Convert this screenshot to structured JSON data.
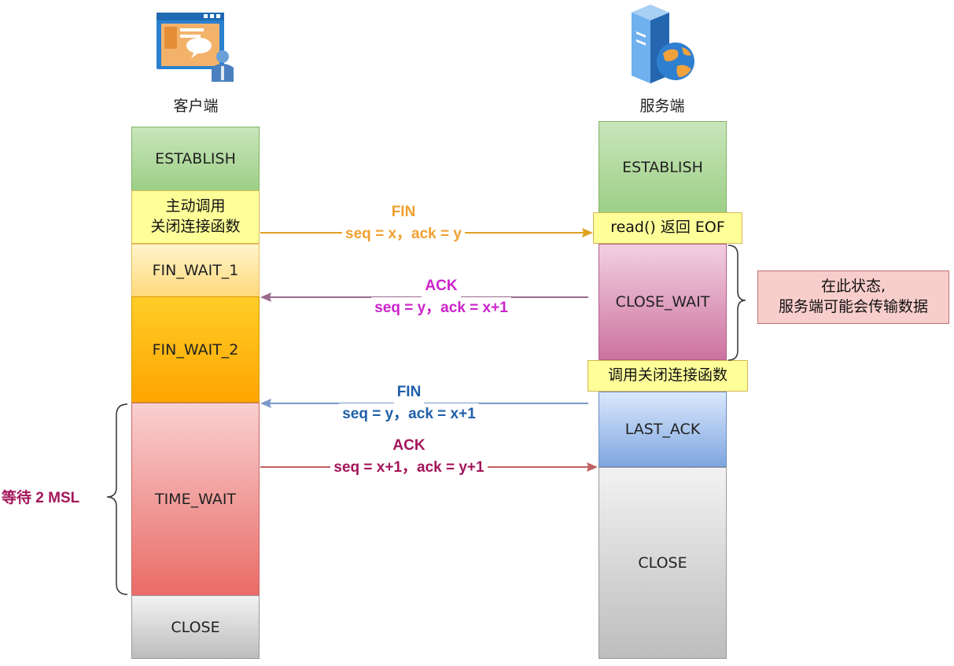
{
  "client": {
    "label": "客户端",
    "icon": "browser-window-user-icon",
    "states": {
      "establish": "ESTABLISH",
      "note_line1": "主动调用",
      "note_line2": "关闭连接函数",
      "fin_wait_1": "FIN_WAIT_1",
      "fin_wait_2": "FIN_WAIT_2",
      "time_wait": "TIME_WAIT",
      "close": "CLOSE"
    },
    "wait_label": "等待 2 MSL"
  },
  "server": {
    "label": "服务端",
    "icon": "server-globe-icon",
    "states": {
      "establish": "ESTABLISH",
      "read_eof": "read() 返回 EOF",
      "close_wait": "CLOSE_WAIT",
      "call_close": "调用关闭连接函数",
      "last_ack": "LAST_ACK",
      "close": "CLOSE"
    },
    "close_wait_note": {
      "line1": "在此状态,",
      "line2": "服务端可能会传输数据"
    }
  },
  "messages": [
    {
      "flag": "FIN",
      "params": "seq = x，ack = y",
      "direction": "client-to-server",
      "color": "#f0a030"
    },
    {
      "flag": "ACK",
      "params": "seq = y，ack = x+1",
      "direction": "server-to-client",
      "color": "#cc22cc"
    },
    {
      "flag": "FIN",
      "params": "seq = y，ack = x+1",
      "direction": "server-to-client",
      "color": "#1f5fa8"
    },
    {
      "flag": "ACK",
      "params": "seq = x+1，ack = y+1",
      "direction": "client-to-server",
      "color": "#a3155a"
    }
  ],
  "colors": {
    "establish": "#b9dea8",
    "note_yellow": "#ffff99",
    "fin_wait_1": "#ffe6a0",
    "fin_wait_2": "#ffb300",
    "time_wait": "#ec6060",
    "close": "#d0d0d0",
    "close_wait": "#cc6e9f",
    "last_ack": "#7ea6e0",
    "note_pink": "#f8cecc"
  }
}
